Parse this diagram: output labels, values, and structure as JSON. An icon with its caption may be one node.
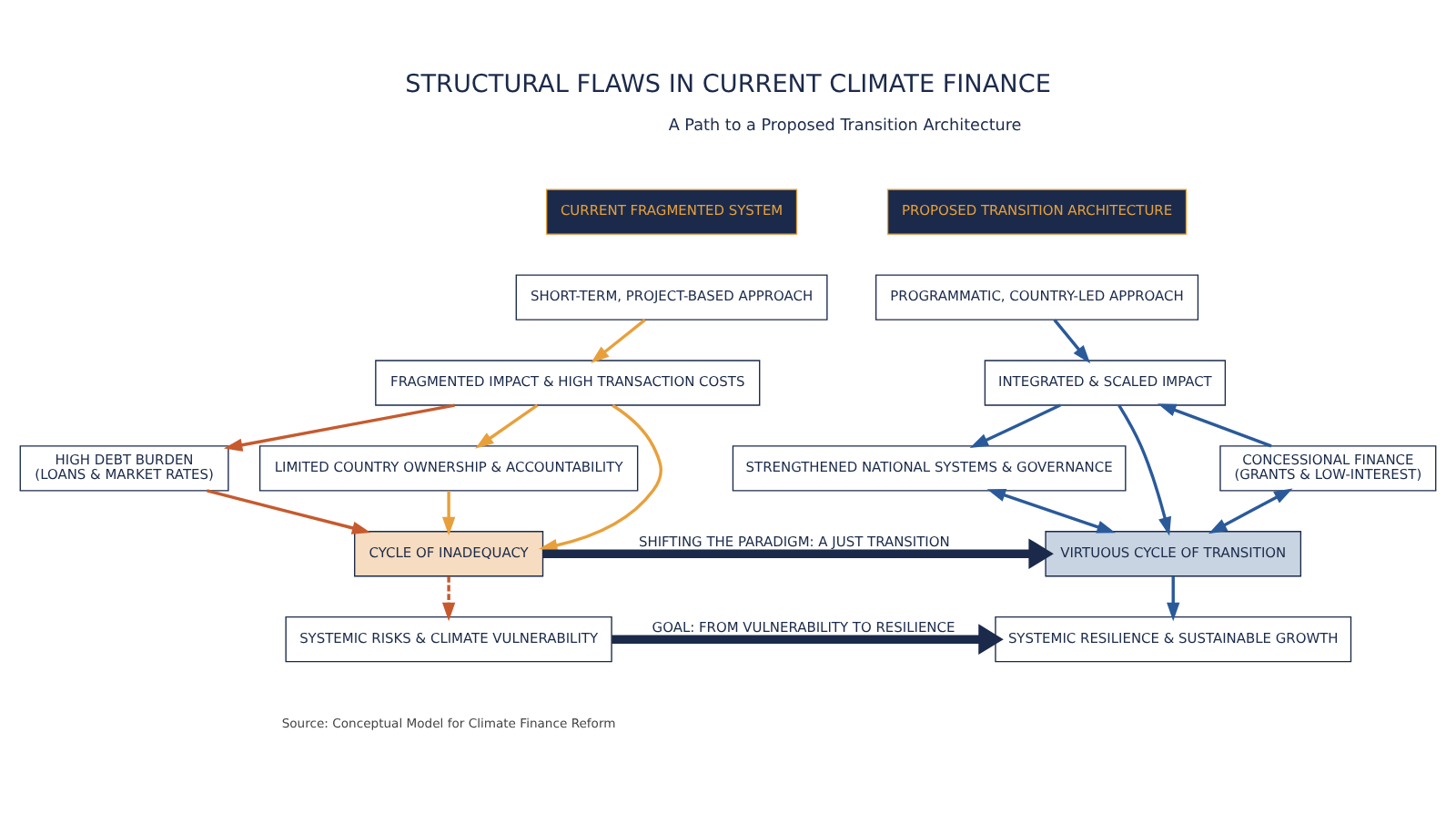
{
  "diagram": {
    "title": "STRUCTURAL FLAWS IN CURRENT CLIMATE FINANCE",
    "caption": "Source: Conceptual Model for Climate Finance Reform",
    "nodes": [
      {
        "text": [
          "CURRENT FRAGMENTED SYSTEM"
        ]
      },
      {
        "text": [
          "SHORT-TERM, PROJECT-BASED APPROACH"
        ]
      },
      {
        "text": [
          "FRAGMENTED IMPACT & HIGH TRANSACTION COSTS"
        ]
      },
      {
        "text": [
          "HIGH DEBT BURDEN",
          "(LOANS & MARKET RATES)"
        ]
      },
      {
        "text": [
          "LIMITED COUNTRY OWNERSHIP & ACCOUNTABILITY"
        ]
      },
      {
        "text": [
          "CYCLE OF INADEQUACY"
        ]
      },
      {
        "text": [
          "SYSTEMIC RISKS & CLIMATE VULNERABILITY"
        ]
      },
      {
        "text": [
          "PROPOSED TRANSITION ARCHITECTURE"
        ]
      },
      {
        "text": [
          "PROGRAMMATIC, COUNTRY-LED APPROACH"
        ]
      },
      {
        "text": [
          "INTEGRATED & SCALED IMPACT"
        ]
      },
      {
        "text": [
          "CONCESSIONAL FINANCE",
          "(GRANTS & LOW-INTEREST)"
        ]
      },
      {
        "text": [
          "STRENGTHENED NATIONAL SYSTEMS & GOVERNANCE"
        ]
      },
      {
        "text": [
          "VIRTUOUS CYCLE OF TRANSITION"
        ]
      },
      {
        "text": [
          "SYSTEMIC RESILIENCE & SUSTAINABLE GROWTH"
        ]
      }
    ],
    "edges": [
      {
        "from": 1,
        "to": 2,
        "arrow": "to",
        "color": "#e8a03c"
      },
      {
        "from": 2,
        "to": 3,
        "arrow": "to",
        "color": "#c65a2e"
      },
      {
        "from": 2,
        "to": 5,
        "arrow": "to",
        "color": "#e8a03c"
      },
      {
        "from": 2,
        "to": 4,
        "arrow": "to",
        "color": "#e8a03c"
      },
      {
        "from": 3,
        "to": 5,
        "arrow": "to",
        "color": "#c65a2e"
      },
      {
        "from": 4,
        "to": 5,
        "arrow": "to",
        "color": "#e8a03c"
      },
      {
        "from": 5,
        "to": 6,
        "arrow": "to",
        "style": "dashed",
        "color": "#c65a2e"
      },
      {
        "from": 5,
        "to": 12,
        "arrow": "to",
        "label": "SHIFTING THE PARADIGM: A JUST TRANSITION",
        "style": "thick",
        "color": "#1b2a4a"
      },
      {
        "from": 8,
        "to": 9,
        "arrow": "to"
      },
      {
        "from": 10,
        "to": 9,
        "arrow": "to"
      },
      {
        "from": 9,
        "to": 12,
        "arrow": "to"
      },
      {
        "from": 9,
        "to": 11,
        "arrow": "to"
      },
      {
        "from": 10,
        "to": 12,
        "arrow": "both"
      },
      {
        "from": 11,
        "to": 12,
        "arrow": "both"
      },
      {
        "from": 12,
        "to": 13,
        "arrow": "to"
      },
      {
        "from": 6,
        "to": 13,
        "arrow": "to",
        "label": "GOAL: FROM VULNERABILITY TO RESILIENCE",
        "style": "thick",
        "color": "#1b2a4a"
      }
    ],
    "labels": [
      "A Path to a Proposed Transition Architecture"
    ]
  }
}
